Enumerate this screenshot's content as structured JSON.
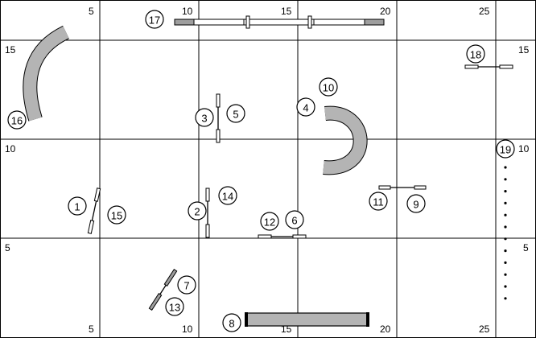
{
  "grid": {
    "top_labels": [
      "5",
      "10",
      "15",
      "20",
      "25"
    ],
    "bottom_labels": [
      "5",
      "10",
      "15",
      "20",
      "25"
    ],
    "left_labels": [
      "15",
      "10",
      "5"
    ],
    "right_labels": [
      "15",
      "10",
      "5"
    ]
  },
  "obstacles": [
    {
      "number": "1"
    },
    {
      "number": "2"
    },
    {
      "number": "3"
    },
    {
      "number": "4"
    },
    {
      "number": "5"
    },
    {
      "number": "6"
    },
    {
      "number": "7"
    },
    {
      "number": "8"
    },
    {
      "number": "9"
    },
    {
      "number": "10"
    },
    {
      "number": "11"
    },
    {
      "number": "12"
    },
    {
      "number": "13"
    },
    {
      "number": "14"
    },
    {
      "number": "15"
    },
    {
      "number": "16"
    },
    {
      "number": "17"
    },
    {
      "number": "18"
    },
    {
      "number": "19"
    }
  ]
}
